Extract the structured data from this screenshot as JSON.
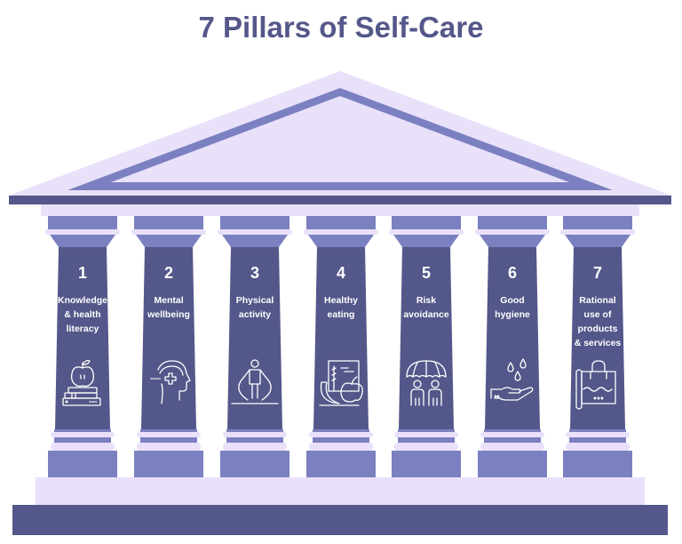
{
  "title": "7 Pillars of Self-Care",
  "colors": {
    "dark": "#545789",
    "medium": "#7b80c0",
    "light": "#e9e0fa",
    "title": "#545789",
    "text_on_pillar": "#ffffff"
  },
  "pillars": [
    {
      "number": "1",
      "label_lines": [
        "Knowledge",
        "& health",
        "literacy"
      ],
      "label": "Knowledge & health literacy",
      "icon": "apple-books-icon"
    },
    {
      "number": "2",
      "label_lines": [
        "Mental",
        "wellbeing"
      ],
      "label": "Mental wellbeing",
      "icon": "head-plus-icon"
    },
    {
      "number": "3",
      "label_lines": [
        "Physical",
        "activity"
      ],
      "label": "Physical activity",
      "icon": "jump-rope-icon"
    },
    {
      "number": "4",
      "label_lines": [
        "Healthy",
        "eating"
      ],
      "label": "Healthy eating",
      "icon": "fruit-grain-icon"
    },
    {
      "number": "5",
      "label_lines": [
        "Risk",
        "avoidance"
      ],
      "label": "Risk avoidance",
      "icon": "umbrella-people-icon"
    },
    {
      "number": "6",
      "label_lines": [
        "Good",
        "hygiene"
      ],
      "label": "Good hygiene",
      "icon": "hand-water-drops-icon"
    },
    {
      "number": "7",
      "label_lines": [
        "Rational",
        "use of",
        "products",
        "& services"
      ],
      "label": "Rational use of products & services",
      "icon": "shopping-bag-icon"
    }
  ]
}
